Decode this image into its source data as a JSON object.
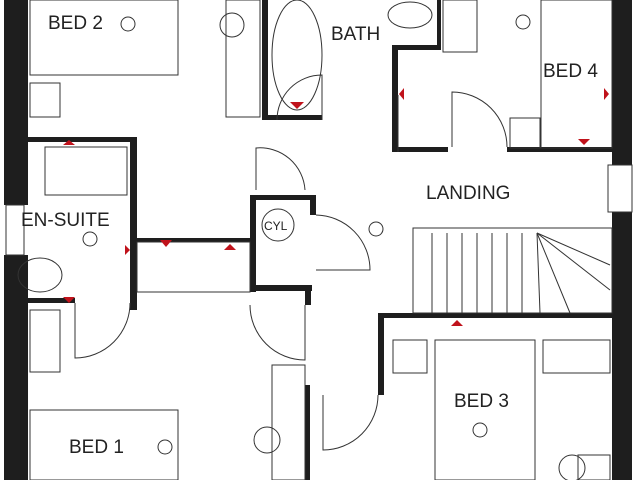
{
  "rooms": {
    "bed2": "BED 2",
    "bath": "BATH",
    "bed4": "BED 4",
    "ensuite": "EN-SUITE",
    "cyl": "CYL",
    "landing": "LANDING",
    "bed3": "BED 3",
    "bed1": "BED 1"
  },
  "colors": {
    "wall": "#1e1e1e",
    "marker": "#c0121b"
  }
}
